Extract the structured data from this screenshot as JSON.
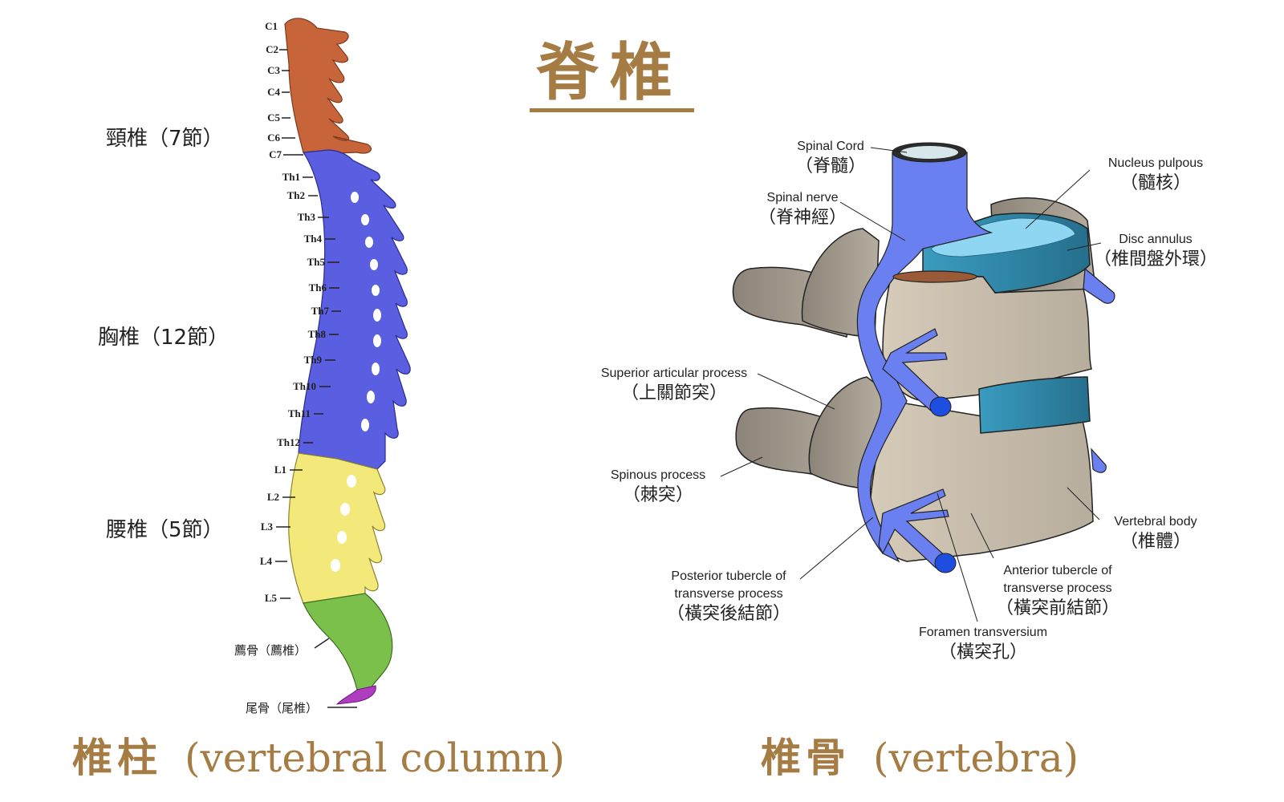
{
  "title": "脊椎",
  "colors": {
    "title_brown": "#a67c45",
    "cervical": "#c8643a",
    "thoracic": "#5a5ee0",
    "lumbar": "#f2e97a",
    "sacrum": "#7cc04c",
    "coccyx": "#b03cc0",
    "nerve_blue": "#6a7ff0",
    "disc_teal": "#2c8aaa",
    "nucleus": "#8fd6f2",
    "bone_gray": "#c9bfad",
    "process_gray": "#9c9488"
  },
  "left": {
    "regions": [
      {
        "label": "頸椎（7節）"
      },
      {
        "label": "胸椎（12節）"
      },
      {
        "label": "腰椎（5節）"
      }
    ],
    "vertebrae": [
      "C1",
      "C2",
      "C3",
      "C4",
      "C5",
      "C6",
      "C7",
      "Th1",
      "Th2",
      "Th3",
      "Th4",
      "Th5",
      "Th6",
      "Th7",
      "Th8",
      "Th9",
      "Th10",
      "Th11",
      "Th12",
      "L1",
      "L2",
      "L3",
      "L4",
      "L5"
    ],
    "sacrum_label": "薦骨（薦椎）",
    "coccyx_label": "尾骨（尾椎）",
    "caption_cjk": "椎柱",
    "caption_en": "(vertebral  column)"
  },
  "right": {
    "annotations": [
      {
        "en": "Spinal Cord",
        "zh": "（脊髓）"
      },
      {
        "en": "Spinal nerve",
        "zh": "（脊神經）"
      },
      {
        "en": "Nucleus pulpous",
        "zh": "（髓核）"
      },
      {
        "en": "Disc annulus",
        "zh": "（椎間盤外環）"
      },
      {
        "en": "Superior articular process",
        "zh": "（上關節突）"
      },
      {
        "en": "Spinous process",
        "zh": "（棘突）"
      },
      {
        "en": "Vertebral body",
        "zh": "（椎體）"
      },
      {
        "en": "Posterior tubercle of",
        "en2": "transverse process",
        "zh": "（橫突後結節）"
      },
      {
        "en": "Anterior tubercle of",
        "en2": "transverse process",
        "zh": "（橫突前結節）"
      },
      {
        "en": "Foramen transversium",
        "zh": "（橫突孔）"
      }
    ],
    "caption_cjk": "椎骨",
    "caption_en": "(vertebra)"
  }
}
